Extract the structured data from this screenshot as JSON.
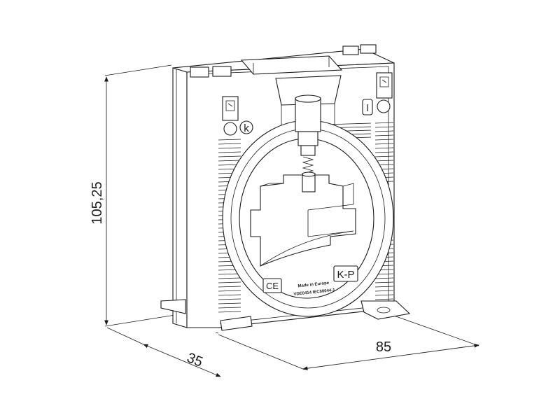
{
  "dimensions": {
    "height": "105,25",
    "depth": "35",
    "width": "85"
  },
  "markings": {
    "terminal_left": "k",
    "terminal_right": "l",
    "ce_mark": "CE",
    "made_in": "Made in Europe",
    "standards": "VDE0414 IEC60044-1",
    "brand": "K-P"
  },
  "colors": {
    "line": "#1a1a1a",
    "background": "#ffffff"
  }
}
